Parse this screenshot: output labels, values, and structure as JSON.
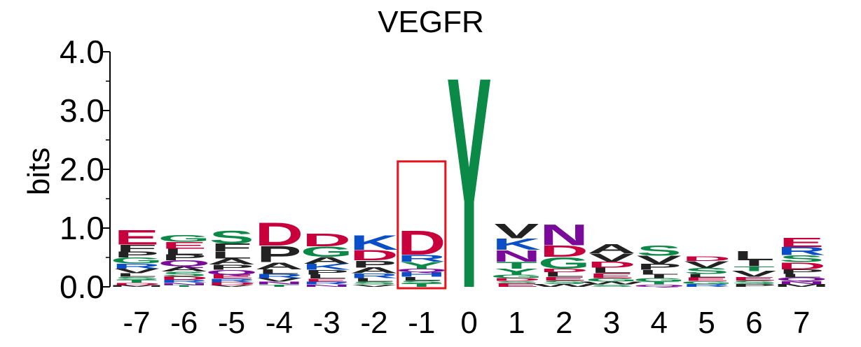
{
  "chart_data": {
    "type": "sequence-logo",
    "title": "VEGFR",
    "xlabel": "",
    "ylabel": "bits",
    "ylim": [
      0,
      4.0
    ],
    "y_ticks": [
      "0.0",
      "1.0",
      "2.0",
      "3.0",
      "4.0"
    ],
    "positions": [
      "-7",
      "-6",
      "-5",
      "-4",
      "-3",
      "-2",
      "-1",
      "0",
      "1",
      "2",
      "3",
      "4",
      "5",
      "6",
      "7"
    ],
    "highlighted_position": "-1",
    "highlight_color": "#e8141c",
    "colors": {
      "acidic": "#c8003c",
      "basic": "#0a4fc8",
      "polar": "#0a8a46",
      "hydrophobic": "#222222",
      "amide": "#7a0a9a"
    },
    "residue_classes": {
      "D": "acidic",
      "E": "acidic",
      "K": "basic",
      "R": "basic",
      "H": "basic",
      "S": "polar",
      "G": "polar",
      "Y": "polar",
      "T": "polar",
      "C": "polar",
      "N": "amide",
      "Q": "amide",
      "A": "hydrophobic",
      "V": "hydrophobic",
      "L": "hydrophobic",
      "I": "hydrophobic",
      "P": "hydrophobic",
      "F": "hydrophobic",
      "M": "hydrophobic",
      "W": "hydrophobic"
    },
    "stacks": [
      {
        "position": "-7",
        "letters": [
          [
            "M",
            0.03
          ],
          [
            "D",
            0.04
          ],
          [
            "T",
            0.05
          ],
          [
            "S",
            0.05
          ],
          [
            "L",
            0.06
          ],
          [
            "V",
            0.08
          ],
          [
            "R",
            0.09
          ],
          [
            "G",
            0.1
          ],
          [
            "P",
            0.1
          ],
          [
            "F",
            0.12
          ],
          [
            "E",
            0.25
          ]
        ]
      },
      {
        "position": "-6",
        "letters": [
          [
            "T",
            0.03
          ],
          [
            "N",
            0.04
          ],
          [
            "R",
            0.05
          ],
          [
            "D",
            0.06
          ],
          [
            "S",
            0.08
          ],
          [
            "A",
            0.09
          ],
          [
            "Q",
            0.1
          ],
          [
            "P",
            0.1
          ],
          [
            "L",
            0.1
          ],
          [
            "E",
            0.12
          ],
          [
            "G",
            0.12
          ]
        ]
      },
      {
        "position": "-5",
        "letters": [
          [
            "V",
            0.03
          ],
          [
            "D",
            0.05
          ],
          [
            "R",
            0.06
          ],
          [
            "E",
            0.07
          ],
          [
            "Q",
            0.08
          ],
          [
            "P",
            0.09
          ],
          [
            "A",
            0.1
          ],
          [
            "L",
            0.12
          ],
          [
            "F",
            0.14
          ],
          [
            "S",
            0.22
          ]
        ]
      },
      {
        "position": "-4",
        "letters": [
          [
            "T",
            0.04
          ],
          [
            "N",
            0.05
          ],
          [
            "V",
            0.06
          ],
          [
            "R",
            0.07
          ],
          [
            "L",
            0.08
          ],
          [
            "A",
            0.12
          ],
          [
            "P",
            0.28
          ],
          [
            "D",
            0.4
          ]
        ]
      },
      {
        "position": "-3",
        "letters": [
          [
            "N",
            0.04
          ],
          [
            "R",
            0.05
          ],
          [
            "E",
            0.05
          ],
          [
            "L",
            0.07
          ],
          [
            "P",
            0.08
          ],
          [
            "K",
            0.1
          ],
          [
            "A",
            0.12
          ],
          [
            "G",
            0.18
          ],
          [
            "D",
            0.22
          ]
        ]
      },
      {
        "position": "-2",
        "letters": [
          [
            "V",
            0.04
          ],
          [
            "S",
            0.05
          ],
          [
            "L",
            0.06
          ],
          [
            "R",
            0.08
          ],
          [
            "A",
            0.1
          ],
          [
            "P",
            0.12
          ],
          [
            "D",
            0.18
          ],
          [
            "K",
            0.25
          ]
        ]
      },
      {
        "position": "-1",
        "letters": [
          [
            "T",
            0.06
          ],
          [
            "S",
            0.05
          ],
          [
            "L",
            0.06
          ],
          [
            "H",
            0.08
          ],
          [
            "Q",
            0.06
          ],
          [
            "Y",
            0.12
          ],
          [
            "R",
            0.12
          ],
          [
            "D",
            0.42
          ]
        ]
      },
      {
        "position": "0",
        "letters": [
          [
            "Y",
            3.67
          ]
        ]
      },
      {
        "position": "1",
        "letters": [
          [
            "E",
            0.06
          ],
          [
            "S",
            0.04
          ],
          [
            "D",
            0.05
          ],
          [
            "G",
            0.06
          ],
          [
            "Y",
            0.1
          ],
          [
            "T",
            0.12
          ],
          [
            "N",
            0.2
          ],
          [
            "K",
            0.2
          ],
          [
            "V",
            0.25
          ]
        ]
      },
      {
        "position": "2",
        "letters": [
          [
            "W",
            0.05
          ],
          [
            "S",
            0.06
          ],
          [
            "E",
            0.06
          ],
          [
            "L",
            0.08
          ],
          [
            "D",
            0.06
          ],
          [
            "G",
            0.2
          ],
          [
            "D",
            0.2
          ],
          [
            "N",
            0.36
          ]
        ]
      },
      {
        "position": "3",
        "letters": [
          [
            "S",
            0.04
          ],
          [
            "W",
            0.05
          ],
          [
            "G",
            0.06
          ],
          [
            "E",
            0.08
          ],
          [
            "L",
            0.1
          ],
          [
            "D",
            0.1
          ],
          [
            "V",
            0.14
          ],
          [
            "A",
            0.16
          ]
        ]
      },
      {
        "position": "4",
        "letters": [
          [
            "Q",
            0.04
          ],
          [
            "T",
            0.05
          ],
          [
            "G",
            0.06
          ],
          [
            "I",
            0.06
          ],
          [
            "L",
            0.08
          ],
          [
            "P",
            0.1
          ],
          [
            "V",
            0.14
          ],
          [
            "S",
            0.18
          ]
        ]
      },
      {
        "position": "5",
        "letters": [
          [
            "R",
            0.05
          ],
          [
            "G",
            0.05
          ],
          [
            "E",
            0.06
          ],
          [
            "L",
            0.06
          ],
          [
            "S",
            0.1
          ],
          [
            "V",
            0.12
          ],
          [
            "D",
            0.08
          ]
        ]
      },
      {
        "position": "6",
        "letters": [
          [
            "P",
            0.05
          ],
          [
            "S",
            0.06
          ],
          [
            "E",
            0.06
          ],
          [
            "V",
            0.1
          ],
          [
            "T",
            0.08
          ],
          [
            "I",
            0.1
          ],
          [
            "L",
            0.16
          ]
        ]
      },
      {
        "position": "7",
        "letters": [
          [
            "M",
            0.05
          ],
          [
            "N",
            0.05
          ],
          [
            "Q",
            0.06
          ],
          [
            "L",
            0.06
          ],
          [
            "P",
            0.08
          ],
          [
            "D",
            0.12
          ],
          [
            "S",
            0.12
          ],
          [
            "R",
            0.14
          ],
          [
            "E",
            0.16
          ]
        ]
      }
    ]
  }
}
